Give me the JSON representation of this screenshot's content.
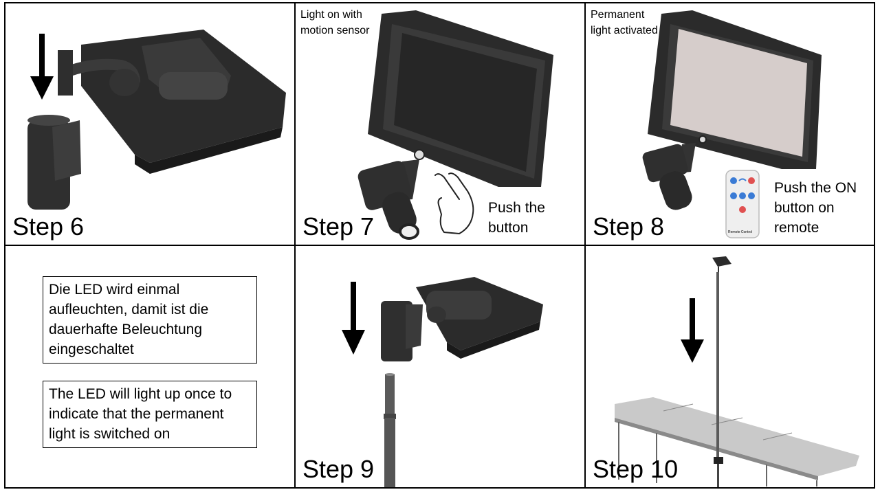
{
  "panels": {
    "step6": {
      "label": "Step 6"
    },
    "step7": {
      "label": "Step 7",
      "caption": "Light on with\nmotion sensor",
      "instruction": "Push the\nbutton"
    },
    "step8": {
      "label": "Step 8",
      "caption": "Permanent\nlight activated",
      "instruction": "Push the ON\nbutton on\nremote",
      "remote_text": "Remote Control"
    },
    "info": {
      "german": "Die LED wird einmal\naufleuchten, damit ist die\ndauerhafte Beleuchtung\neingeschaltet",
      "english": "The LED will light up once to\nindicate that the permanent\nlight is switched on"
    },
    "step9": {
      "label": "Step 9"
    },
    "step10": {
      "label": "Step 10"
    }
  },
  "icons": [
    "down-arrow-icon",
    "hand-pointer-icon",
    "remote-control-icon",
    "solar-lamp-illustration",
    "table-illustration"
  ],
  "colors": {
    "line": "#000000",
    "lamp_dark": "#2b2b2b",
    "lamp_mid": "#3a3a3a",
    "lamp_light": "#555555",
    "screen_on": "#d6cdcb",
    "table_top": "#c9c9c9",
    "pole": "#5a5a5a"
  }
}
